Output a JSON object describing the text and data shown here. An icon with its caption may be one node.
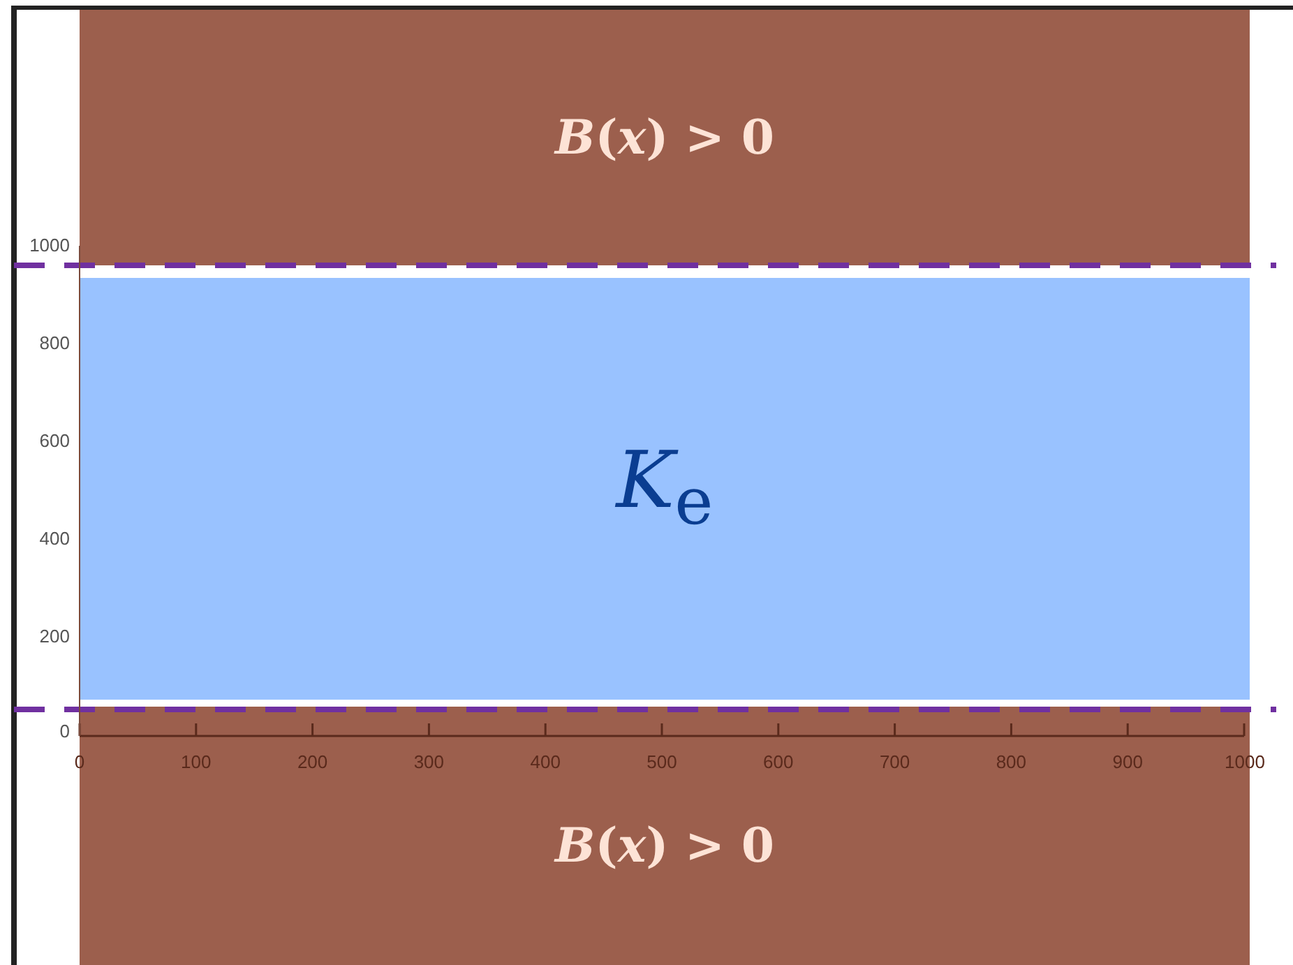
{
  "diagram": {
    "nodes": [
      {
        "text": [
          "*B*(*x*) > 0"
        ]
      },
      {
        "text": [
          "*K*$_{e}$"
        ]
      },
      {
        "text": [
          "*B*(*x*) > 0"
        ]
      }
    ],
    "labels": [
      "1000",
      "800",
      "600",
      "400",
      "200",
      "0",
      "0",
      "100",
      "200",
      "300",
      "400",
      "500",
      "600",
      "700",
      "800",
      "900",
      "1000"
    ]
  }
}
